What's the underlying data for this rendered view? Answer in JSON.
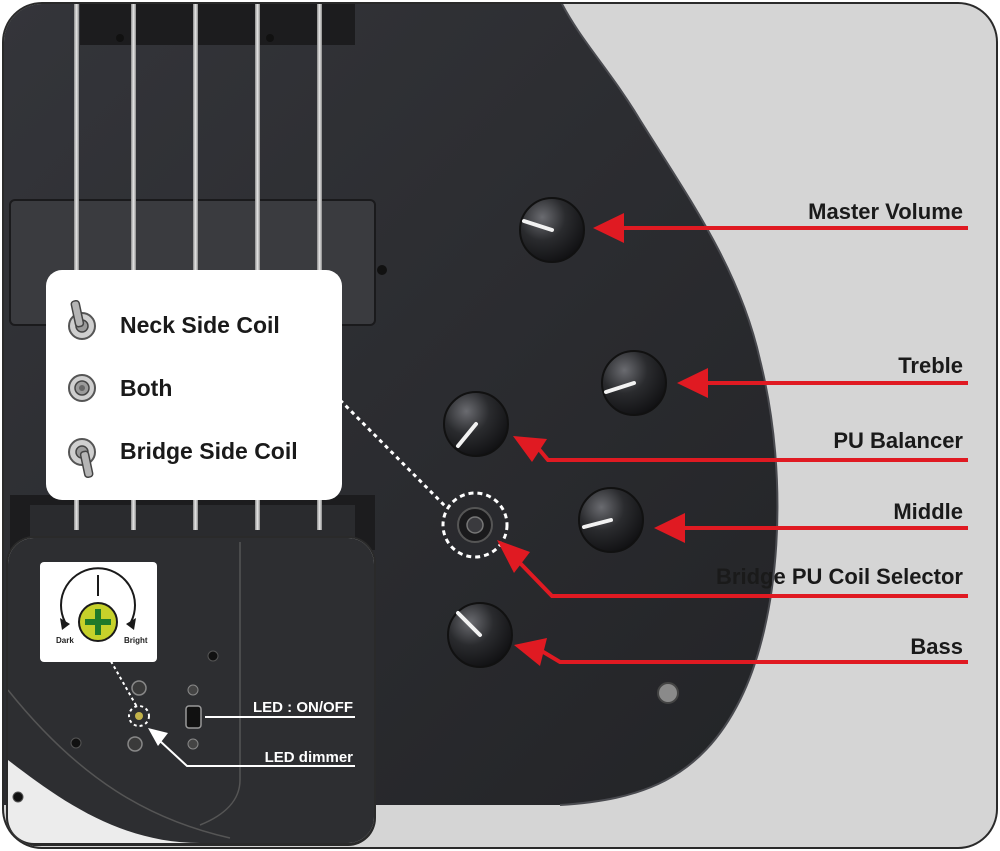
{
  "controls": {
    "master_volume": "Master Volume",
    "treble": "Treble",
    "pu_balancer": "PU Balancer",
    "middle": "Middle",
    "bridge_pu_coil_selector": "Bridge PU Coil Selector",
    "bass": "Bass"
  },
  "switch_positions": {
    "neck_side_coil": "Neck Side Coil",
    "both": "Both",
    "bridge_side_coil": "Bridge Side Coil"
  },
  "inset": {
    "dark": "Dark",
    "bright": "Bright",
    "led_on_off": "LED : ON/OFF",
    "led_dimmer": "LED dimmer"
  },
  "colors": {
    "arrow": "#e01a22",
    "body": "#2b2c2f",
    "background": "#d4d4d4",
    "frame": "#2a2a2a",
    "led_button": "#c6d12a"
  }
}
